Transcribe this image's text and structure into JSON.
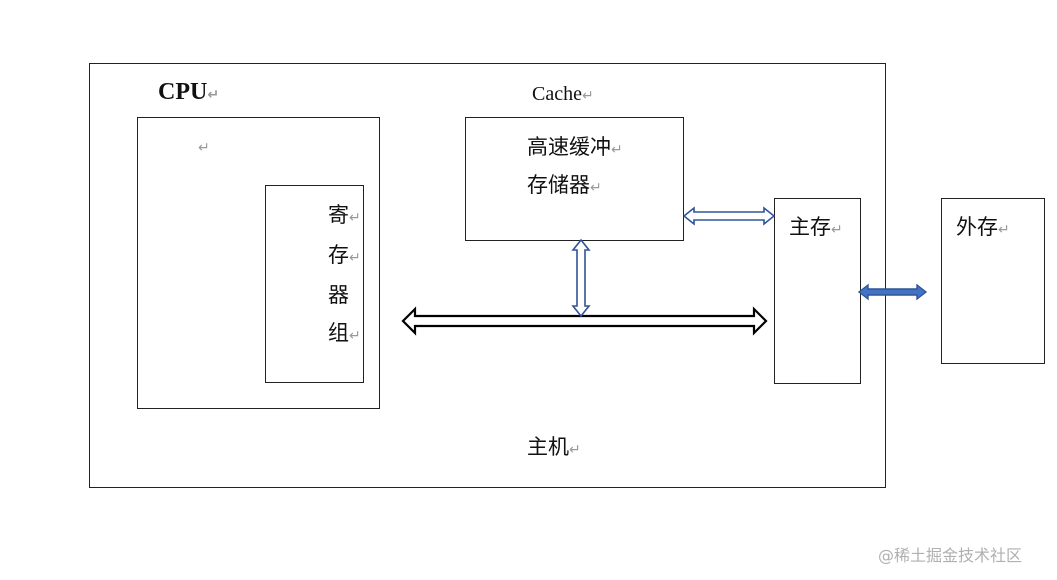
{
  "diagram": {
    "cpu_title": "CPU",
    "cache_title": "Cache",
    "cache_label_line1": "高速缓冲",
    "cache_label_line2": "存储器",
    "register_chars": [
      "寄",
      "存",
      "器",
      "组"
    ],
    "main_memory_label": "主存",
    "external_storage_label": "外存",
    "host_label": "主机",
    "return_mark": "↵"
  },
  "colors": {
    "outline": "#222222",
    "bus_arrow": "#000000",
    "link_arrow": "#2f5597",
    "io_arrow": "#4472c4"
  },
  "watermark": "@稀土掘金技术社区"
}
